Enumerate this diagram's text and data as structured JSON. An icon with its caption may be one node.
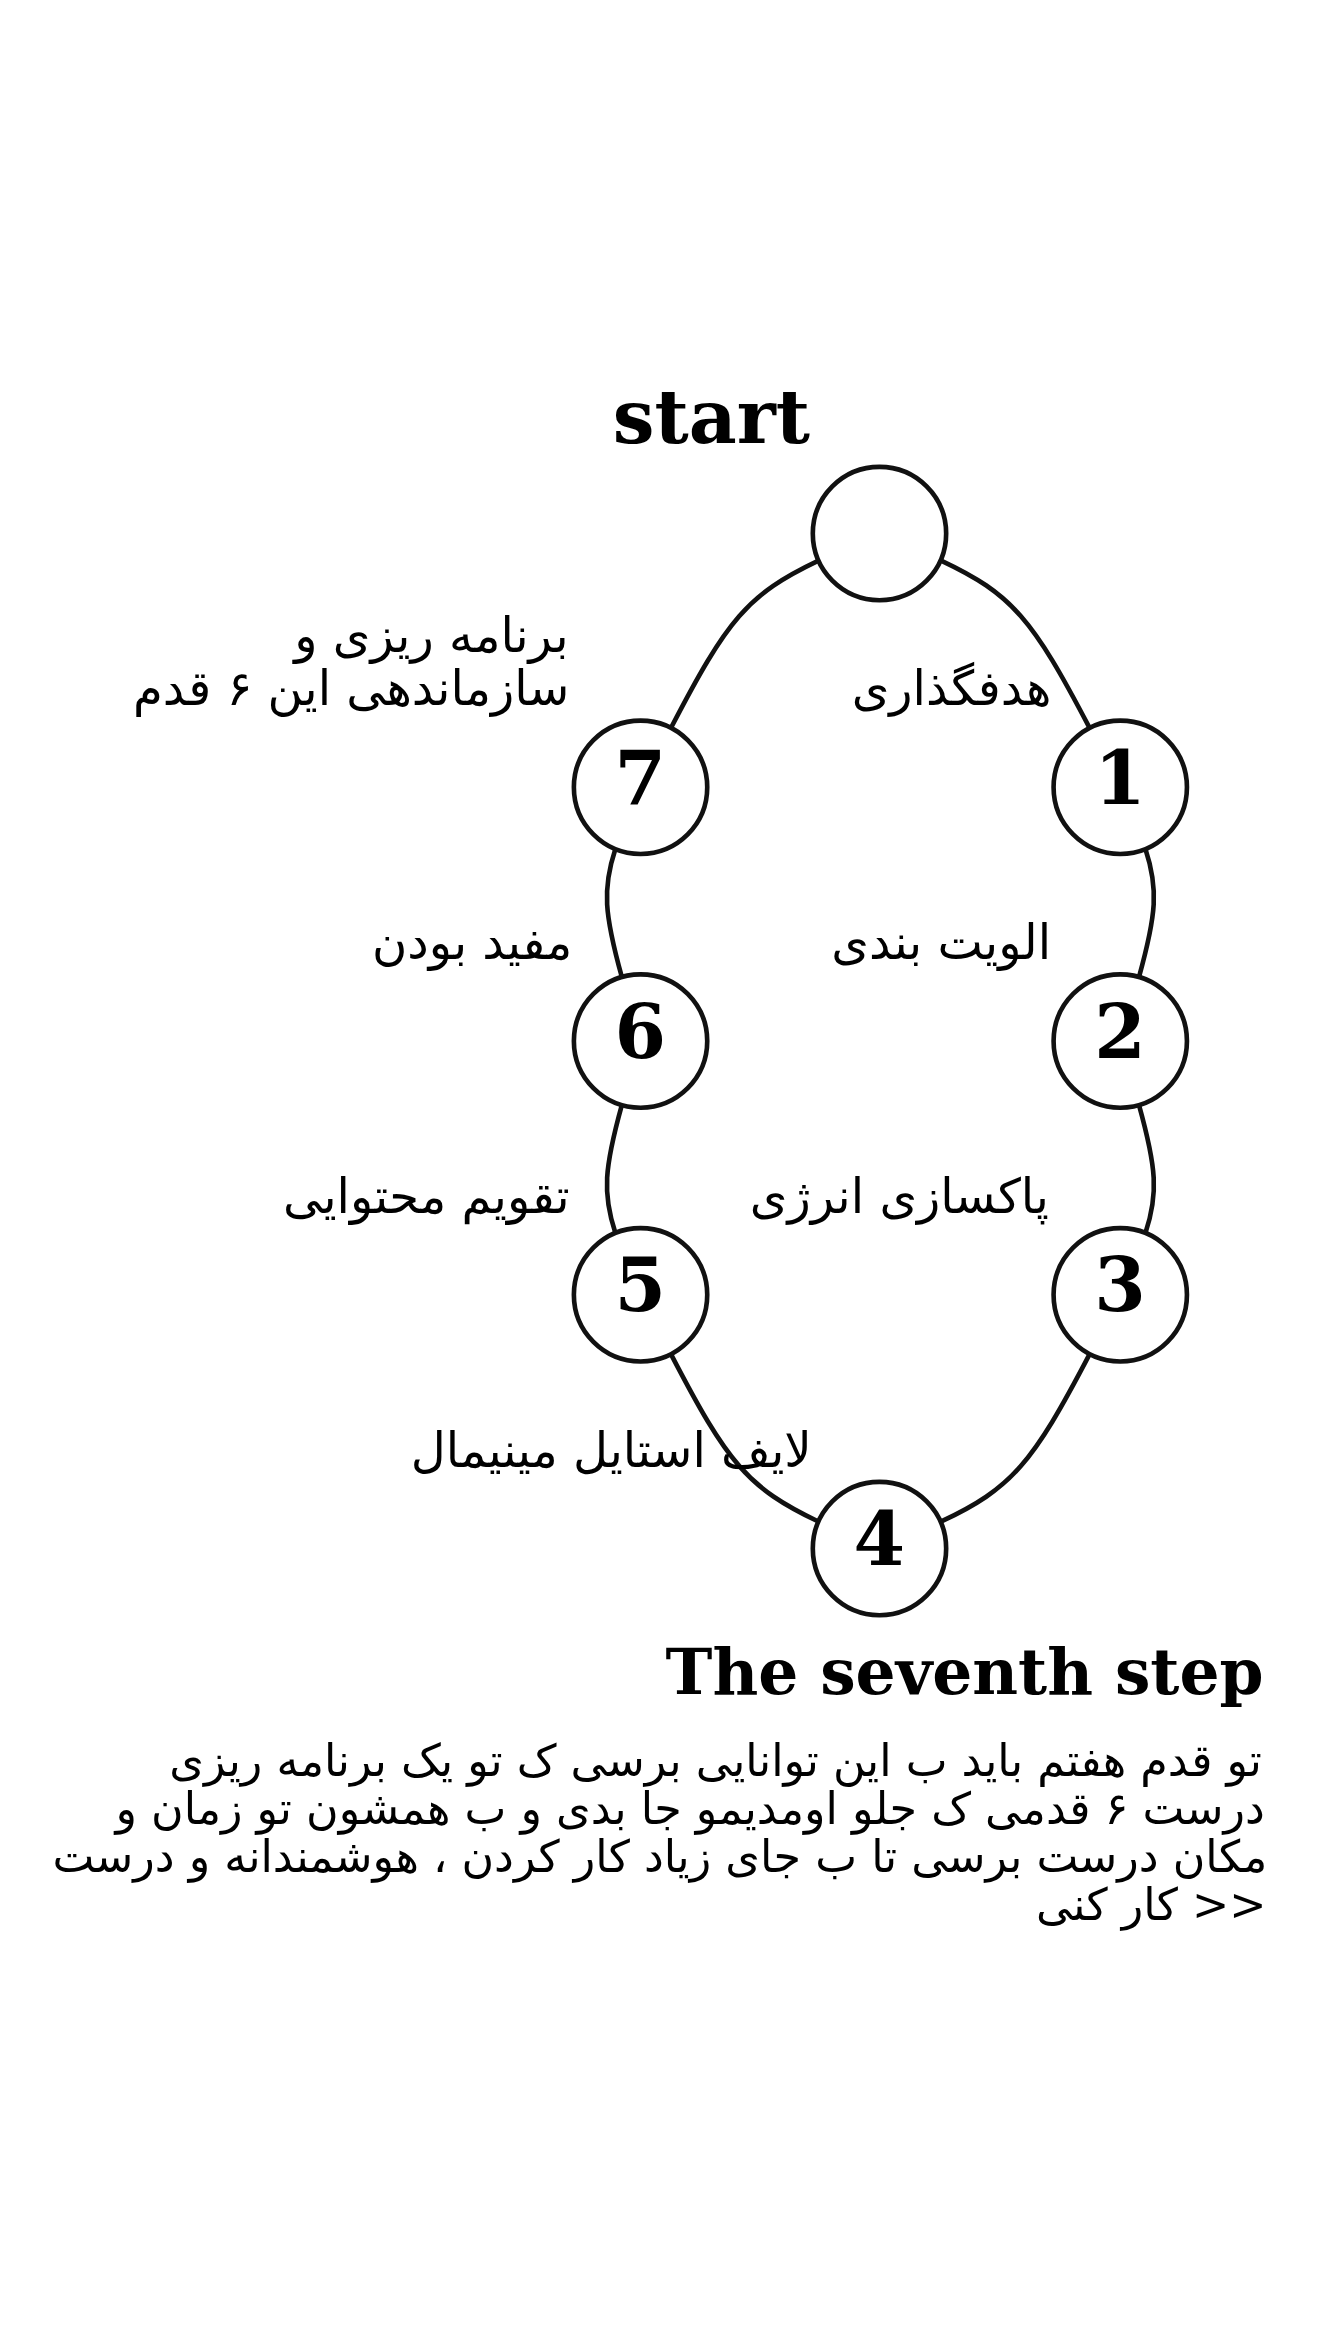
{
  "diagram": {
    "title": "The seventh step",
    "caption": "تو قدم هفتم باید ب این توانایی برسی ک تو یک برنامه ریزی درست ۶ قدمی ک جلو اومدیمو جا بدی و ب همشون تو زمان و مکان درست برسی تا ب جای زیاد کار کردن ، هوشمندانه و درست کار کنی >>",
    "nodes": [
      {
        "text": [
          "start"
        ]
      },
      {
        "text": [
          "1"
        ],
        "beside": [
          "هدفگذاری"
        ]
      },
      {
        "text": [
          "2"
        ],
        "beside": [
          "الویت بندی"
        ]
      },
      {
        "text": [
          "3"
        ],
        "beside": [
          "پاکسازی انرژی"
        ]
      },
      {
        "text": [
          "4"
        ],
        "beside": [
          "لایف استایل مینیمال"
        ]
      },
      {
        "text": [
          "5"
        ],
        "beside": [
          "تقویم محتوایی"
        ]
      },
      {
        "text": [
          "6"
        ],
        "beside": [
          "مفید بودن"
        ]
      },
      {
        "text": [
          "7"
        ],
        "beside": [
          "برنامه ریزی و سازماندهی این ۶ قدم"
        ]
      }
    ],
    "edges": [
      {
        "from": 0,
        "to": 1,
        "arrow": "none"
      },
      {
        "from": 1,
        "to": 2,
        "arrow": "none"
      },
      {
        "from": 2,
        "to": 3,
        "arrow": "none"
      },
      {
        "from": 3,
        "to": 4,
        "arrow": "none"
      },
      {
        "from": 4,
        "to": 5,
        "arrow": "none"
      },
      {
        "from": 5,
        "to": 6,
        "arrow": "none"
      },
      {
        "from": 6,
        "to": 7,
        "arrow": "none"
      },
      {
        "from": 7,
        "to": 0,
        "arrow": "none"
      }
    ]
  }
}
